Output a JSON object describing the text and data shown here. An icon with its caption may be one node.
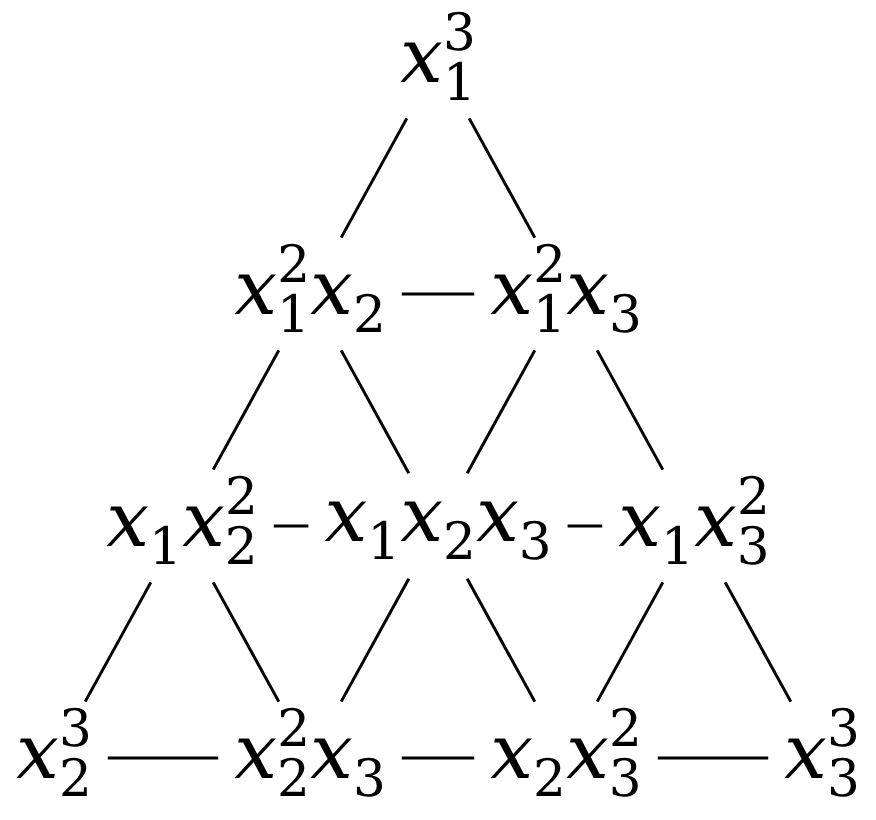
{
  "diagram": {
    "nodes": [
      {
        "text": [
          "*x*$_{1}$$^{3}$"
        ]
      },
      {
        "text": [
          "*x*$_{1}$$^{2}$*x*$_{2}$"
        ]
      },
      {
        "text": [
          "*x*$_{1}$$^{2}$*x*$_{3}$"
        ]
      },
      {
        "text": [
          "*x*$_{1}$*x*$_{2}$$^{2}$"
        ]
      },
      {
        "text": [
          "*x*$_{1}$*x*$_{2}$*x*$_{3}$"
        ]
      },
      {
        "text": [
          "*x*$_{1}$*x*$_{3}$$^{2}$"
        ]
      },
      {
        "text": [
          "*x*$_{2}$$^{3}$"
        ]
      },
      {
        "text": [
          "*x*$_{2}$$^{2}$*x*$_{3}$"
        ]
      },
      {
        "text": [
          "*x*$_{2}$*x*$_{3}$$^{2}$"
        ]
      },
      {
        "text": [
          "*x*$_{3}$$^{3}$"
        ]
      }
    ],
    "edges": [
      {
        "from": 0,
        "to": 1,
        "arrow": "none"
      },
      {
        "from": 0,
        "to": 2,
        "arrow": "none"
      },
      {
        "from": 1,
        "to": 2,
        "arrow": "none"
      },
      {
        "from": 1,
        "to": 3,
        "arrow": "none"
      },
      {
        "from": 1,
        "to": 4,
        "arrow": "none"
      },
      {
        "from": 2,
        "to": 4,
        "arrow": "none"
      },
      {
        "from": 2,
        "to": 5,
        "arrow": "none"
      },
      {
        "from": 3,
        "to": 4,
        "arrow": "none"
      },
      {
        "from": 4,
        "to": 5,
        "arrow": "none"
      },
      {
        "from": 3,
        "to": 6,
        "arrow": "none"
      },
      {
        "from": 3,
        "to": 7,
        "arrow": "none"
      },
      {
        "from": 4,
        "to": 7,
        "arrow": "none"
      },
      {
        "from": 4,
        "to": 8,
        "arrow": "none"
      },
      {
        "from": 5,
        "to": 8,
        "arrow": "none"
      },
      {
        "from": 5,
        "to": 9,
        "arrow": "none"
      },
      {
        "from": 6,
        "to": 7,
        "arrow": "none"
      },
      {
        "from": 7,
        "to": 8,
        "arrow": "none"
      },
      {
        "from": 8,
        "to": 9,
        "arrow": "none"
      }
    ]
  }
}
